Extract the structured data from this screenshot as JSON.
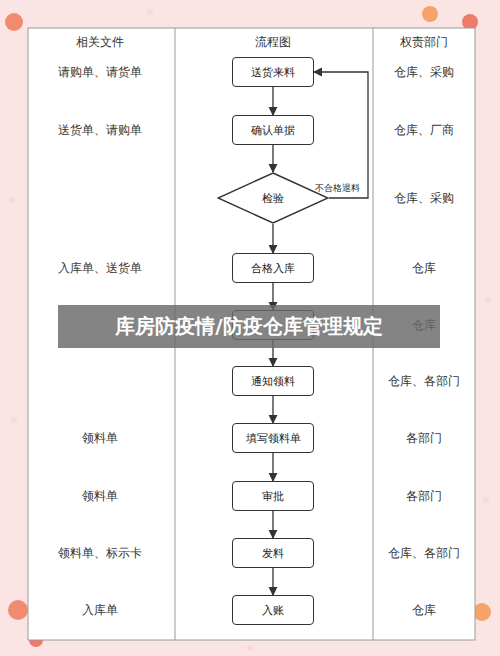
{
  "diagram": {
    "title": "库房防疫情/防疫仓库管理规定",
    "nodes": [
      {
        "text": [
          "送货来料"
        ]
      },
      {
        "text": [
          "确认单据"
        ]
      },
      {
        "text": [
          "检验"
        ]
      },
      {
        "text": [
          "合格入库"
        ]
      },
      {
        "text": []
      },
      {
        "text": [
          "通知领料"
        ]
      },
      {
        "text": [
          "填写领料单"
        ]
      },
      {
        "text": [
          "审批"
        ]
      },
      {
        "text": [
          "发料"
        ]
      },
      {
        "text": [
          "入账"
        ]
      }
    ],
    "edges": [
      {
        "from": 0,
        "to": 1,
        "arrow": "to"
      },
      {
        "from": 1,
        "to": 2,
        "arrow": "to"
      },
      {
        "from": 2,
        "to": 3,
        "arrow": "to"
      },
      {
        "from": 3,
        "to": 4,
        "arrow": "to"
      },
      {
        "from": 4,
        "to": 5,
        "arrow": "to"
      },
      {
        "from": 5,
        "to": 6,
        "arrow": "to"
      },
      {
        "from": 6,
        "to": 7,
        "arrow": "to"
      },
      {
        "from": 7,
        "to": 8,
        "arrow": "to"
      },
      {
        "from": 8,
        "to": 9,
        "arrow": "to"
      },
      {
        "from": 2,
        "to": 0,
        "label": "不合格退料",
        "arrow": "to"
      }
    ],
    "labels": [
      "相关文件",
      "流程图",
      "权责部门",
      "请购单、请货单",
      "仓库、采购",
      "送货单、请购单",
      "仓库、厂商",
      "仓库、采购",
      "入库单、送货单",
      "仓库",
      "仓库",
      "仓库、各部门",
      "领料单",
      "各部门",
      "领料单",
      "各部门",
      "领料单、标示卡",
      "仓库、各部门",
      "入库单",
      "仓库"
    ]
  }
}
